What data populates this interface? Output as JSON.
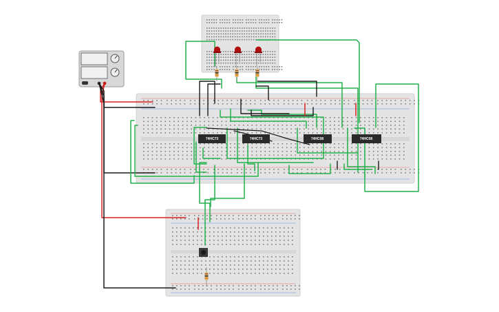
{
  "circuit": {
    "chips": [
      {
        "label": "74HC73"
      },
      {
        "label": "74HC73"
      },
      {
        "label": "74HC08"
      },
      {
        "label": "74HC08"
      }
    ],
    "led_count": 3,
    "resistor_count": 4,
    "power_supply": {
      "display_count": 2,
      "knob_count": 2,
      "terminal_count": 2
    },
    "pushbutton_count": 1
  },
  "colors": {
    "wire_green": "#22b14c",
    "wire_red": "#d62020",
    "wire_black": "#1a1a1a",
    "breadboard": "#e4e4e4",
    "rail_red": "#e46a6a",
    "rail_blue": "#6a8ce4",
    "chip": "#2a2a2a",
    "led": "#b00f0f",
    "power_supply_body": "#d8d8d8"
  }
}
